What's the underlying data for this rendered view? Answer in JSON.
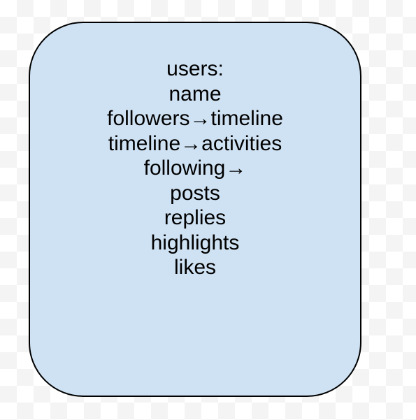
{
  "node": {
    "fill": "#cfe2f3",
    "stroke": "#000000",
    "lines": [
      "users:",
      "name",
      "followers→timeline",
      "timeline→activities",
      "following→",
      "posts",
      "replies",
      "highlights",
      "likes"
    ]
  }
}
